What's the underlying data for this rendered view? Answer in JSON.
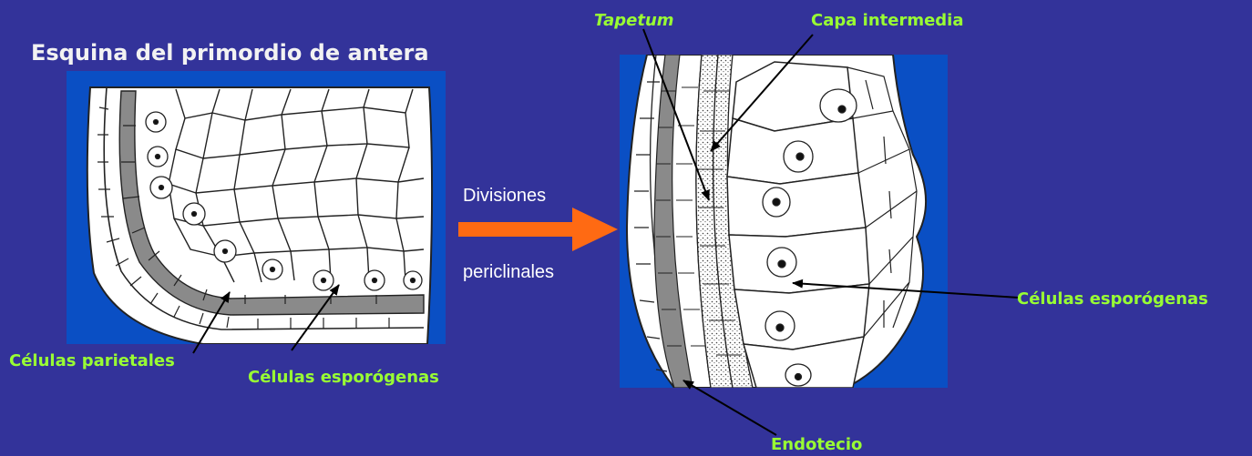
{
  "title": "Esquina del primordio de antera",
  "process": {
    "line1": "Divisiones",
    "line2": "periclinales"
  },
  "labels": {
    "parietales": "Células parietales",
    "esporogenas_left": "Células esporógenas",
    "tapetum": "Tapetum",
    "capa_intermedia": "Capa intermedia",
    "esporogenas_right": "Células esporógenas",
    "endotecio": "Endotecio"
  },
  "colors": {
    "background": "#33339a",
    "panel_blue": "#0a4fc4",
    "label_green": "#99ff33",
    "arrow_orange": "#ff6a13",
    "cell_gray": "#8a8a8a"
  }
}
